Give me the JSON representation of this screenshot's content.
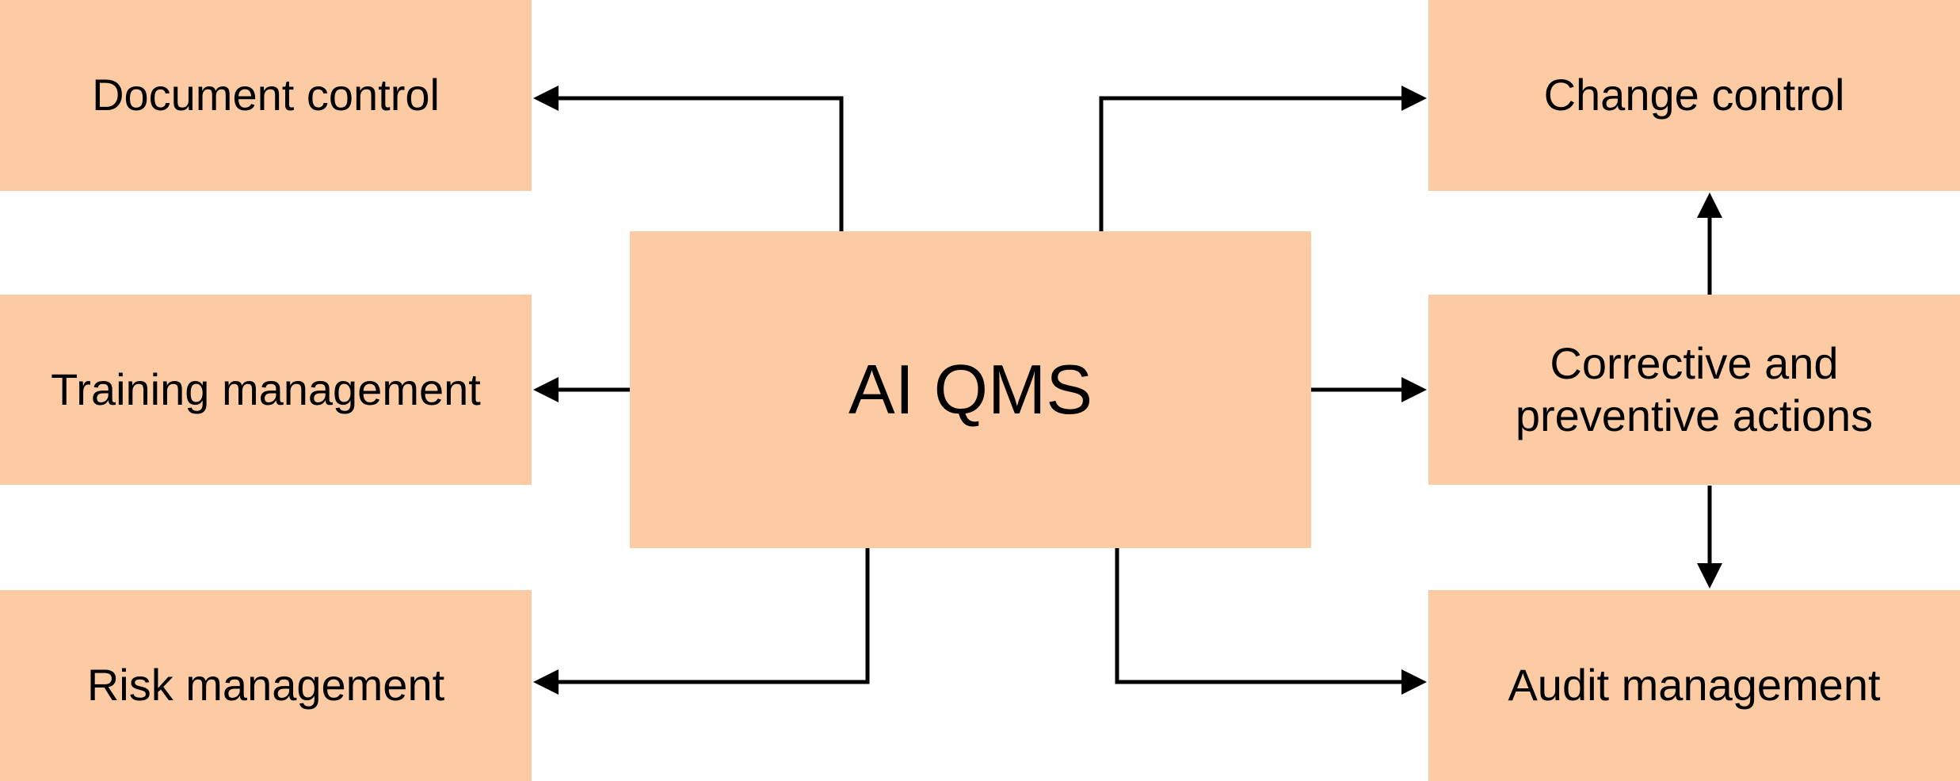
{
  "diagram": {
    "center": {
      "label": "AI QMS"
    },
    "nodes": {
      "document_control": {
        "label": "Document control",
        "position": "top-left"
      },
      "training_management": {
        "label": "Training management",
        "position": "middle-left"
      },
      "risk_management": {
        "label": "Risk management",
        "position": "bottom-left"
      },
      "change_control": {
        "label": "Change control",
        "position": "top-right"
      },
      "corrective_preventive_actions": {
        "label": "Corrective and preventive actions",
        "position": "middle-right"
      },
      "audit_management": {
        "label": "Audit management",
        "position": "bottom-right"
      }
    },
    "edges": [
      {
        "from": "ai_qms",
        "to": "document_control",
        "direction": "one-way"
      },
      {
        "from": "ai_qms",
        "to": "change_control",
        "direction": "one-way"
      },
      {
        "from": "ai_qms",
        "to": "training_management",
        "direction": "one-way"
      },
      {
        "from": "ai_qms",
        "to": "corrective_preventive_actions",
        "direction": "one-way"
      },
      {
        "from": "ai_qms",
        "to": "risk_management",
        "direction": "one-way"
      },
      {
        "from": "ai_qms",
        "to": "audit_management",
        "direction": "one-way"
      },
      {
        "from": "corrective_preventive_actions",
        "to": "change_control",
        "direction": "one-way"
      },
      {
        "from": "corrective_preventive_actions",
        "to": "audit_management",
        "direction": "one-way"
      }
    ],
    "colors": {
      "node_fill": "#fccba3",
      "connector": "#000000",
      "text": "#000000",
      "background": "#ffffff"
    }
  }
}
